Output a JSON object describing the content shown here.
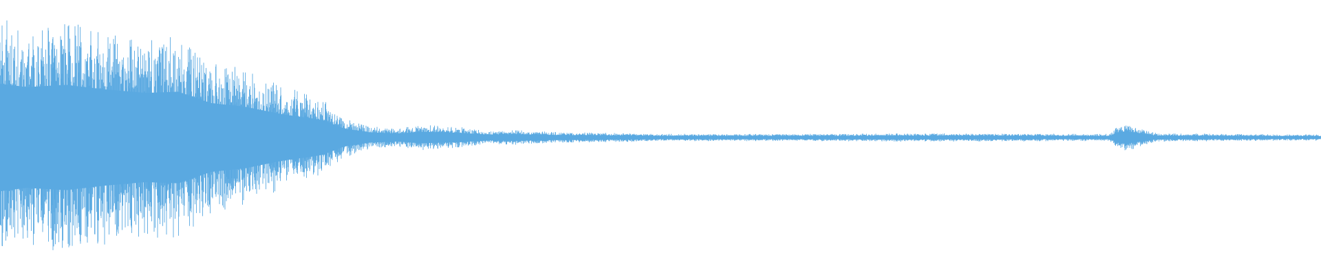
{
  "waveform": {
    "color": "#5aa9e1",
    "background": "#ffffff",
    "envelope": [
      {
        "t": 0.0,
        "a": 0.94
      },
      {
        "t": 0.02,
        "a": 0.88
      },
      {
        "t": 0.05,
        "a": 0.92
      },
      {
        "t": 0.08,
        "a": 0.84
      },
      {
        "t": 0.11,
        "a": 0.78
      },
      {
        "t": 0.135,
        "a": 0.8
      },
      {
        "t": 0.16,
        "a": 0.6
      },
      {
        "t": 0.185,
        "a": 0.54
      },
      {
        "t": 0.215,
        "a": 0.4
      },
      {
        "t": 0.235,
        "a": 0.34
      },
      {
        "t": 0.245,
        "a": 0.3
      },
      {
        "t": 0.26,
        "a": 0.16
      },
      {
        "t": 0.28,
        "a": 0.09
      },
      {
        "t": 0.3,
        "a": 0.07
      },
      {
        "t": 0.32,
        "a": 0.1
      },
      {
        "t": 0.35,
        "a": 0.08
      },
      {
        "t": 0.37,
        "a": 0.05
      },
      {
        "t": 0.39,
        "a": 0.06
      },
      {
        "t": 0.42,
        "a": 0.045
      },
      {
        "t": 0.5,
        "a": 0.03
      },
      {
        "t": 0.6,
        "a": 0.028
      },
      {
        "t": 0.7,
        "a": 0.034
      },
      {
        "t": 0.76,
        "a": 0.032
      },
      {
        "t": 0.84,
        "a": 0.028
      },
      {
        "t": 0.848,
        "a": 0.11
      },
      {
        "t": 0.858,
        "a": 0.09
      },
      {
        "t": 0.875,
        "a": 0.035
      },
      {
        "t": 0.95,
        "a": 0.026
      },
      {
        "t": 1.0,
        "a": 0.024
      }
    ]
  }
}
